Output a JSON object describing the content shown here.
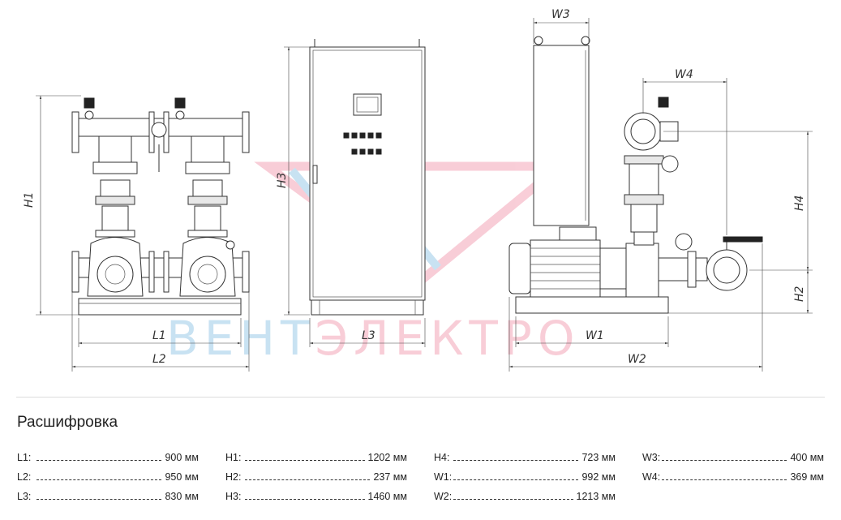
{
  "watermark": {
    "text": "ВЕНТЭЛЕКТРО",
    "colors": {
      "blue": "#9ccbe8",
      "pink": "#f4a6b8"
    }
  },
  "dimension_labels": {
    "H1": "H1",
    "H2": "H2",
    "H3": "H3",
    "H4": "H4",
    "L1": "L1",
    "L2": "L2",
    "L3": "L3",
    "W1": "W1",
    "W2": "W2",
    "W3": "W3",
    "W4": "W4"
  },
  "legend": {
    "title": "Расшифровка",
    "columns": [
      [
        {
          "key": "L1:",
          "value": "900 мм"
        },
        {
          "key": "L2:",
          "value": "950 мм"
        },
        {
          "key": "L3:",
          "value": "830 мм"
        }
      ],
      [
        {
          "key": "H1:",
          "value": "1202 мм"
        },
        {
          "key": "H2:",
          "value": "237 мм"
        },
        {
          "key": "H3:",
          "value": "1460 мм"
        }
      ],
      [
        {
          "key": "H4:",
          "value": "723 мм"
        },
        {
          "key": "W1:",
          "value": "992 мм"
        },
        {
          "key": "W2:",
          "value": "1213 мм"
        }
      ],
      [
        {
          "key": "W3:",
          "value": "400 мм"
        },
        {
          "key": "W4:",
          "value": "369 мм"
        }
      ]
    ]
  }
}
